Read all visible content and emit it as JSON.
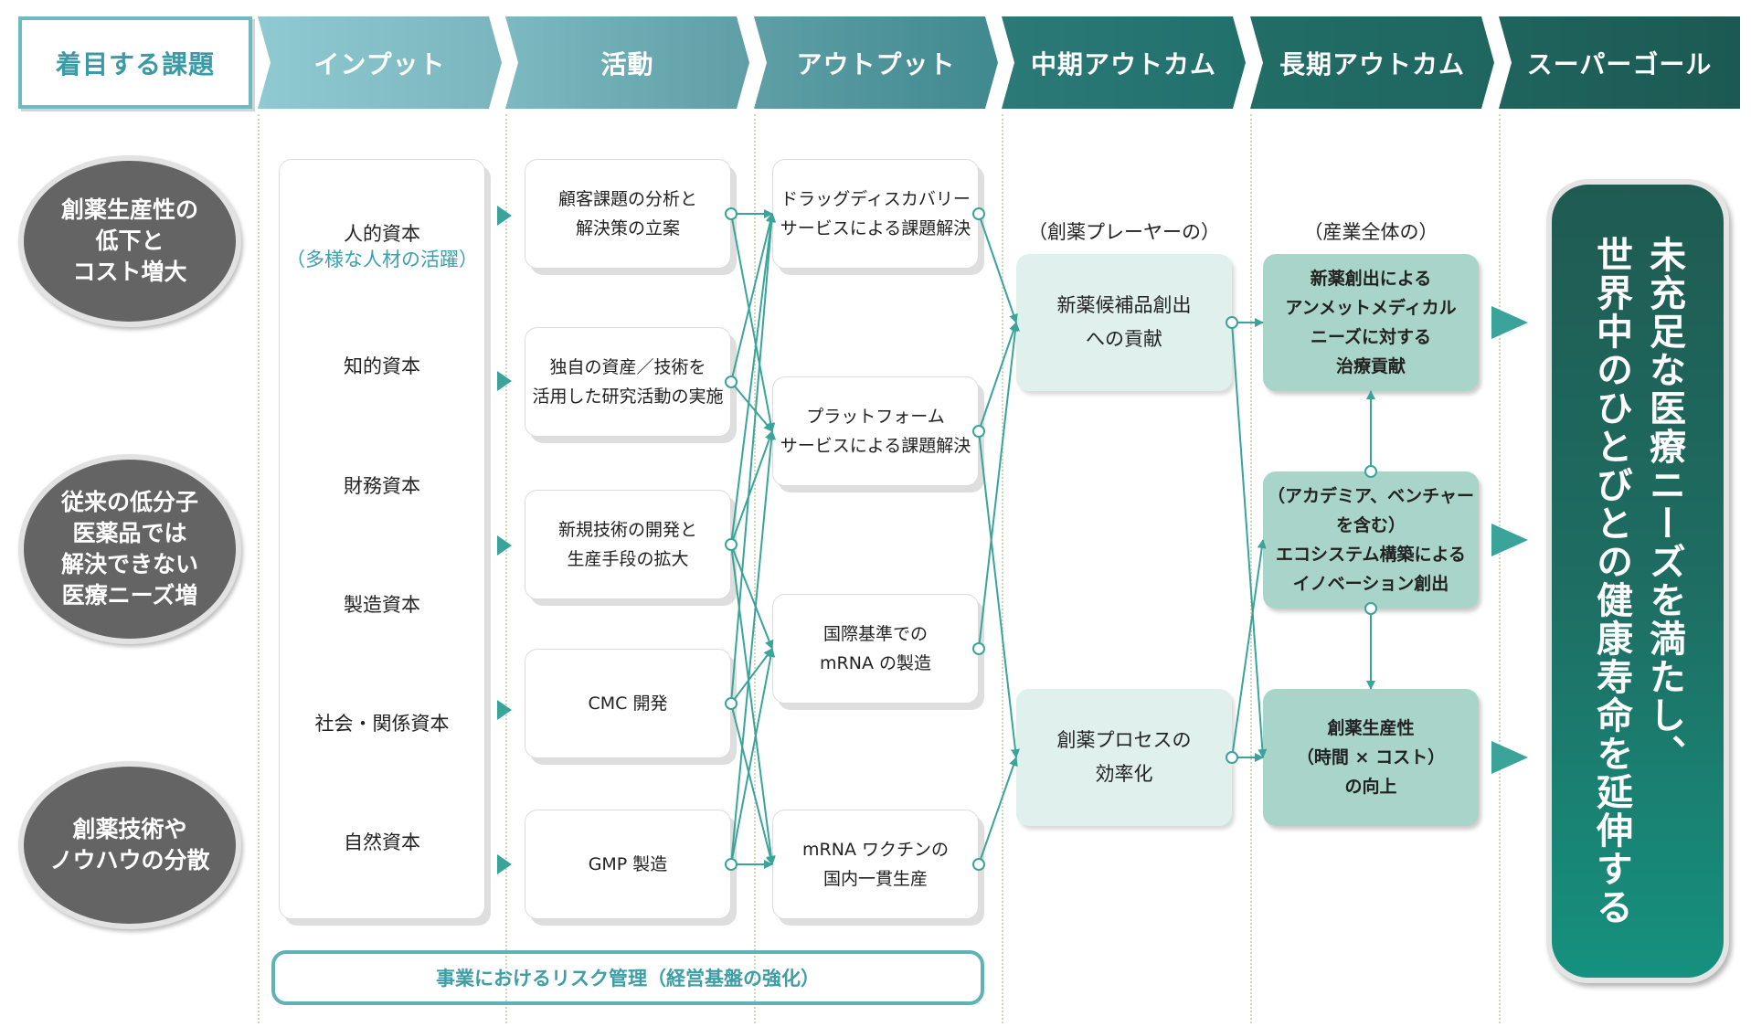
{
  "headers": [
    "着目する課題",
    "インプット",
    "活動",
    "アウトプット",
    "中期アウトカム",
    "長期アウトカム",
    "スーパーゴール"
  ],
  "colors": {
    "header_gradient": [
      "#8cc8d0",
      "#7bb8c0",
      "#5e9fa5",
      "#3f8a8f",
      "#23706d",
      "#1f6861",
      "#1d5c55"
    ],
    "accent": "#3aa49a",
    "oval": "#646464",
    "mid_outcome": "#e0f0ec",
    "long_outcome": "#a9d4c9"
  },
  "issues": [
    "創薬生産性の\n低下と\nコスト増大",
    "従来の低分子\n医薬品では\n解決できない\n医療ニーズ増",
    "創薬技術や\nノウハウの分散"
  ],
  "inputs": [
    {
      "label": "人的資本",
      "sub": "（多様な人材の活躍）"
    },
    {
      "label": "知的資本",
      "sub": ""
    },
    {
      "label": "財務資本",
      "sub": ""
    },
    {
      "label": "製造資本",
      "sub": ""
    },
    {
      "label": "社会・関係資本",
      "sub": ""
    },
    {
      "label": "自然資本",
      "sub": ""
    }
  ],
  "activities": [
    "顧客課題の分析と\n解決策の立案",
    "独自の資産／技術を\n活用した研究活動の実施",
    "新規技術の開発と\n生産手段の拡大",
    "CMC 開発",
    "GMP 製造"
  ],
  "outputs": [
    "ドラッグディスカバリー\nサービスによる課題解決",
    "プラットフォーム\nサービスによる課題解決",
    "国際基準での\nmRNA の製造",
    "mRNA ワクチンの\n国内一貫生産"
  ],
  "mid_outcomes": {
    "caption": "（創薬プレーヤーの）",
    "items": [
      "新薬候補品創出\nへの貢献",
      "創薬プロセスの\n効率化"
    ]
  },
  "long_outcomes": {
    "caption": "（産業全体の）",
    "items": [
      "新薬創出による\nアンメットメディカル\nニーズに対する\n治療貢献",
      "（アカデミア、ベンチャー\nを含む）\nエコシステム構築による\nイノベーション創出",
      "創薬生産性\n（時間 × コスト）\nの向上"
    ]
  },
  "risk_management": "事業におけるリスク管理（経営基盤の強化）",
  "super_goal": "未充足な医療ニーズを満たし、\n世界中のひとびとの健康寿命を延伸する",
  "connections": {
    "activity_to_output": [
      [
        0,
        0
      ],
      [
        0,
        1
      ],
      [
        1,
        0
      ],
      [
        1,
        1
      ],
      [
        2,
        0
      ],
      [
        2,
        1
      ],
      [
        2,
        2
      ],
      [
        2,
        3
      ],
      [
        3,
        0
      ],
      [
        3,
        2
      ],
      [
        3,
        3
      ],
      [
        4,
        1
      ],
      [
        4,
        2
      ],
      [
        4,
        3
      ]
    ],
    "output_to_mid": [
      [
        0,
        0
      ],
      [
        1,
        0
      ],
      [
        1,
        1
      ],
      [
        2,
        0
      ],
      [
        3,
        1
      ]
    ],
    "mid_to_long": [
      [
        0,
        0
      ],
      [
        0,
        2
      ],
      [
        1,
        1
      ],
      [
        1,
        2
      ]
    ],
    "long_internal": [
      [
        1,
        0
      ],
      [
        1,
        2
      ]
    ]
  }
}
